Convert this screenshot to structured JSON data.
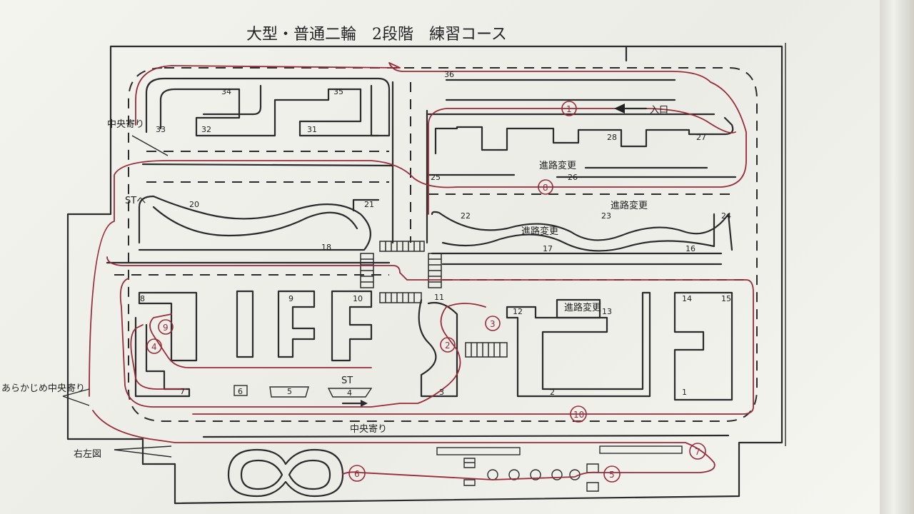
{
  "title": "大型・普通二輪　2段階　練習コース",
  "labels": {
    "entrance": "入口",
    "center_left": "中央寄り",
    "st_dir": "STへ",
    "advance_center": "あらかじめ中央寄り",
    "center_bottom": "中央寄り",
    "right_left": "右左図",
    "st": "ST",
    "lane_change_top": "進路変更",
    "lane_change_mid": "進路変更",
    "lane_change_right": "進路変更",
    "lane_change_left": "進路変更"
  },
  "points": [
    "1",
    "2",
    "3",
    "4",
    "5",
    "6",
    "7",
    "8",
    "9",
    "10",
    "11",
    "12",
    "13",
    "14",
    "15",
    "16",
    "17",
    "18",
    "20",
    "21",
    "22",
    "23",
    "24",
    "25",
    "26",
    "27",
    "28",
    "31",
    "32",
    "33",
    "34",
    "35",
    "36"
  ],
  "circled": [
    "1",
    "2",
    "3",
    "4",
    "5",
    "6",
    "7",
    "8",
    "9",
    "10"
  ]
}
